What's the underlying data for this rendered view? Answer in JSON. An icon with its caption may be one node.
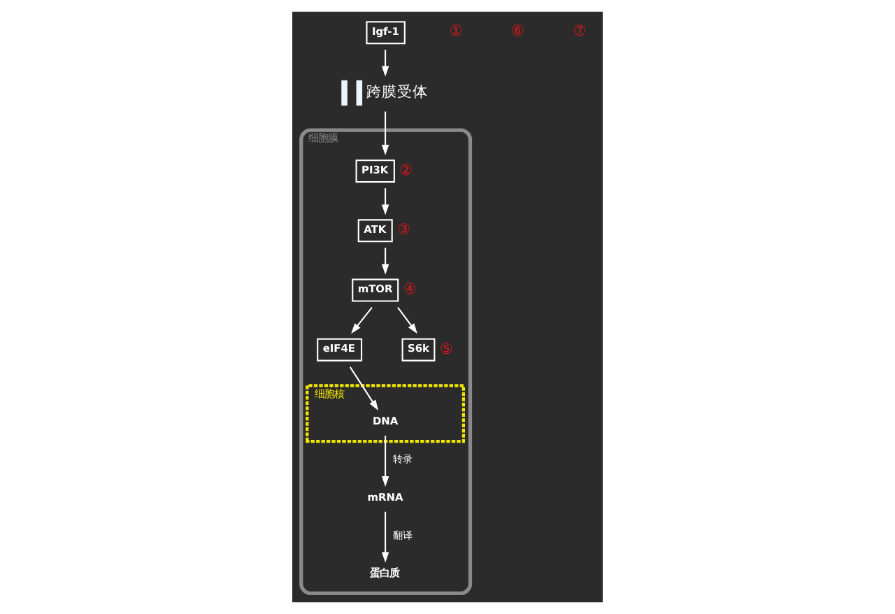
{
  "diagram": {
    "nodes": [
      {
        "text": [
          "细胞膜"
        ]
      },
      {
        "text": [
          "Igf-1"
        ]
      },
      {
        "text": [],
        "shape": "bar",
        "beside": [
          "跨膜受体"
        ]
      },
      {
        "text": [
          "PI3K"
        ],
        "in": 0,
        "beside": [
          "②"
        ]
      },
      {
        "text": [
          "ATK"
        ],
        "in": 0,
        "beside": [
          "③"
        ]
      },
      {
        "text": [
          "mTOR"
        ],
        "in": 0,
        "beside": [
          "④"
        ]
      },
      {
        "text": [
          "eIF4E"
        ],
        "in": 0
      },
      {
        "text": [
          "S6k"
        ],
        "in": 0,
        "beside": [
          "⑤"
        ]
      },
      {
        "text": [
          "细胞核"
        ],
        "in": 0
      },
      {
        "text": [
          "DNA"
        ],
        "in": 8
      },
      {
        "text": [
          "mRNA"
        ],
        "in": 0
      },
      {
        "text": [
          "蛋白质"
        ],
        "in": 0
      }
    ],
    "edges": [
      {
        "from": 1,
        "to": 2,
        "arrow": "to"
      },
      {
        "from": 2,
        "to": 3,
        "arrow": "to"
      },
      {
        "from": 3,
        "to": 4,
        "arrow": "to"
      },
      {
        "from": 4,
        "to": 5,
        "arrow": "to"
      },
      {
        "from": 5,
        "to": 6,
        "arrow": "to"
      },
      {
        "from": 5,
        "to": 7,
        "arrow": "to"
      },
      {
        "from": 6,
        "to": 9,
        "arrow": "to"
      },
      {
        "from": 9,
        "to": 10,
        "arrow": "to",
        "label": "转录"
      },
      {
        "from": 10,
        "to": 11,
        "arrow": "to",
        "label": "翻译"
      }
    ],
    "labels": [
      "①",
      "⑥",
      "⑦"
    ]
  }
}
